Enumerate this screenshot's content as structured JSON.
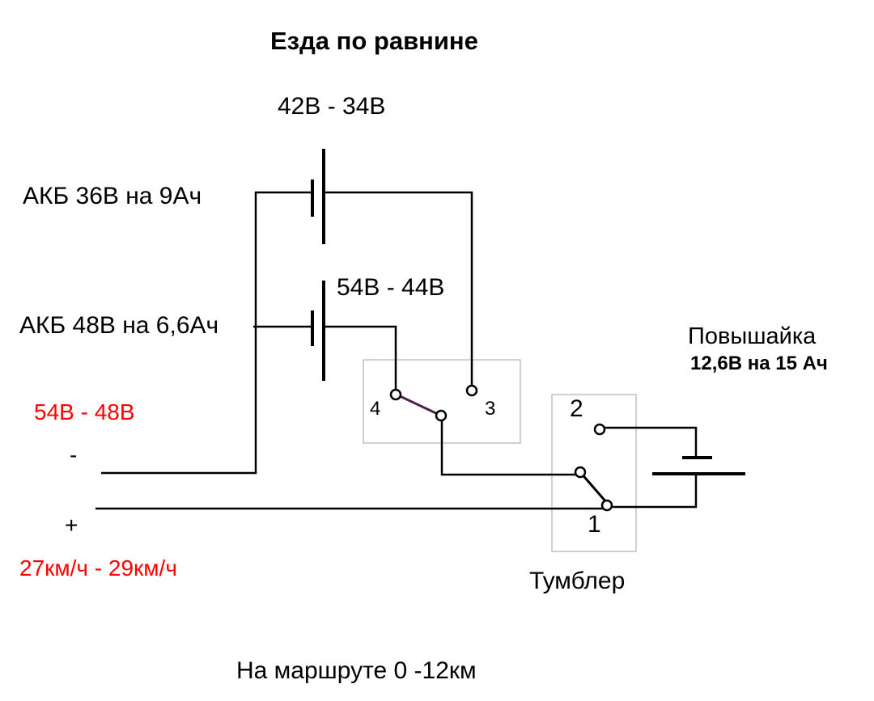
{
  "title": "Езда по равнине",
  "battery_36v": {
    "voltage_range": "42В - 34В",
    "label": "АКБ 36В на 9Ач"
  },
  "battery_48v": {
    "voltage_range": "54В - 44В",
    "label": "АКБ 48В на 6,6Ач"
  },
  "output": {
    "voltage_range": "54В - 48В",
    "minus": "-",
    "plus": "+",
    "speed_range": "27км/ч - 29км/ч"
  },
  "selector_switch": {
    "contact_4": "4",
    "contact_3": "3"
  },
  "booster": {
    "title": "Повышайка",
    "spec": "12,6В на 15 Ач"
  },
  "toggle": {
    "label": "Тумблер",
    "contact_2": "2",
    "contact_1": "1"
  },
  "route_note": "На маршруте 0 -12км",
  "colors": {
    "wire": "#000000",
    "switch_blade": "#4b1f4b",
    "box_border": "#a0a0a0",
    "accent_text": "#ff0000"
  }
}
